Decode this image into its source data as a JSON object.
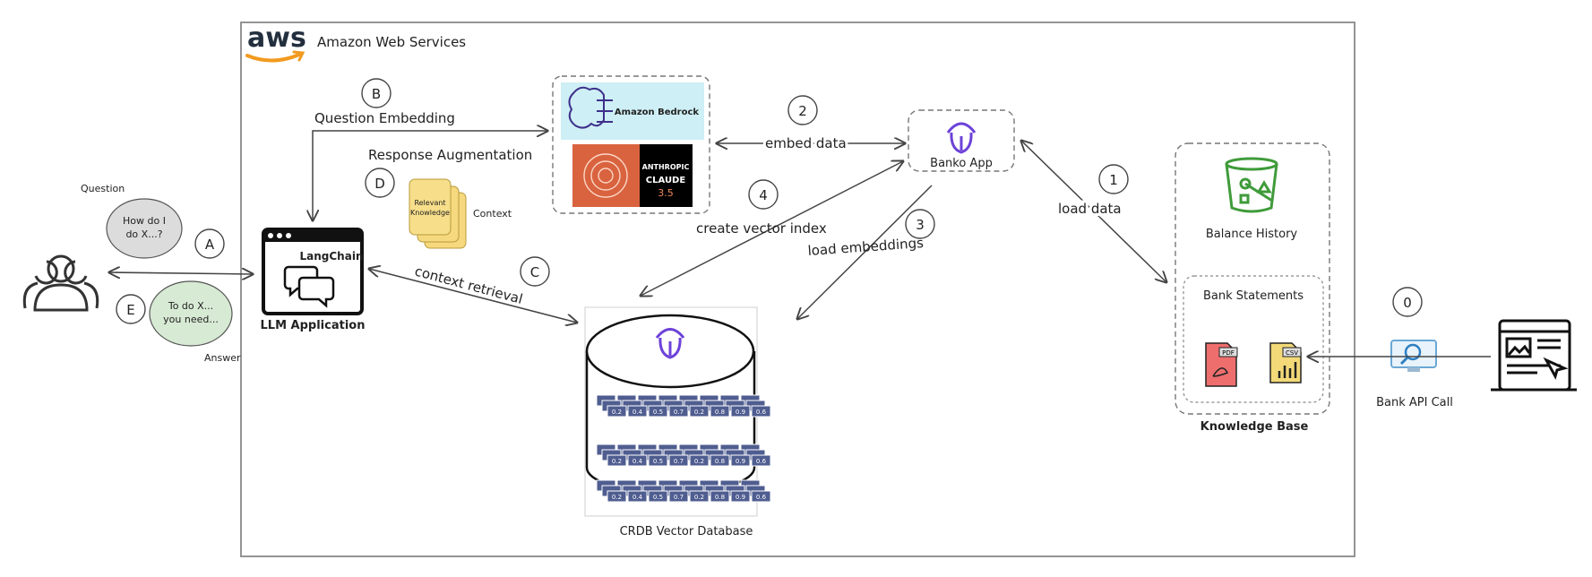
{
  "aws": {
    "logo_text": "aws",
    "title": "Amazon Web Services"
  },
  "steps": {
    "a": "A",
    "b": "B",
    "c": "C",
    "d": "D",
    "e": "E",
    "s0": "0",
    "s1": "1",
    "s2": "2",
    "s3": "3",
    "s4": "4"
  },
  "edges": {
    "question_embedding": "Question Embedding",
    "response_augmentation": "Response Augmentation",
    "context_retrieval": "context retrieval",
    "embed_data": "embed data",
    "create_vector_index": "create vector index",
    "load_embeddings": "load embeddings",
    "load_data": "load data"
  },
  "user": {
    "question_label": "Question",
    "question_bubble": [
      "How do I",
      "do X...?"
    ],
    "answer_label": "Answer",
    "answer_bubble": [
      "To do X...",
      "you need..."
    ]
  },
  "llm_app": {
    "brand": "LangChain",
    "label": "LLM Application"
  },
  "context": {
    "card": [
      "Relevant",
      "Knowledge"
    ],
    "label": "Context"
  },
  "bedrock": {
    "name": "Amazon Bedrock",
    "claude_brand": "ANTHROPIC",
    "claude_model": "CLAUDE",
    "claude_version": "3.5"
  },
  "banko": {
    "label": "Banko App"
  },
  "database": {
    "label": "CRDB Vector Database",
    "vector_values": [
      "0.2",
      "0.4",
      "0.5",
      "0.7",
      "0.2",
      "0.8",
      "0.9",
      "0.6"
    ]
  },
  "knowledge_base": {
    "label": "Knowledge Base",
    "balance_history": "Balance History",
    "bank_statements": "Bank Statements",
    "pdf": "PDF",
    "csv": "CSV"
  },
  "bank_api": {
    "label": "Bank API Call"
  },
  "colors": {
    "bedrock_bg": "#cdeff5",
    "claude_orange": "#d9633f",
    "s3_green": "#3f9b3a",
    "pdf_red": "#ee6e6e",
    "csv_yellow": "#f3d977",
    "vector_blue": "#4f5d90",
    "banko_purple": "#6c42d8",
    "aws_orange": "#f29a1f"
  }
}
